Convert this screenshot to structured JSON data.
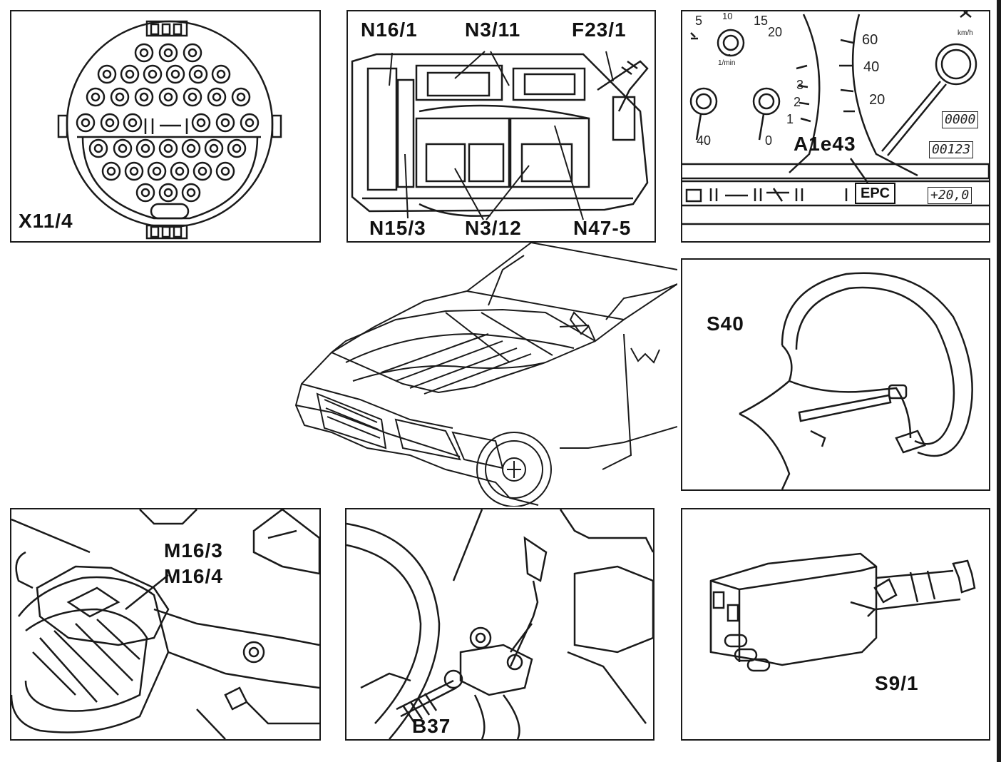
{
  "panels": {
    "x11_4": {
      "label": "X11/4"
    },
    "module_box": {
      "labels": {
        "n16_1": "N16/1",
        "n3_11": "N3/11",
        "f23_1": "F23/1",
        "n15_3": "N15/3",
        "n3_12": "N3/12",
        "n47_5": "N47-5"
      }
    },
    "cluster": {
      "label": "A1e43",
      "epc": "EPC",
      "scale_left": [
        "5",
        "10",
        "15",
        "20"
      ],
      "scale_mid": [
        "3",
        "2",
        "1"
      ],
      "scale_speed": [
        "60",
        "40",
        "20"
      ],
      "unit_rpm": "1/min",
      "unit_speed": "km/h",
      "small_left": [
        "40",
        "0"
      ],
      "lcd_top": "0000",
      "lcd_trip": "00123",
      "lcd_temp": "+20,0"
    },
    "s40": {
      "label": "S40"
    },
    "m16": {
      "labels": {
        "m16_3": "M16/3",
        "m16_4": "M16/4"
      }
    },
    "b37": {
      "label": "B37"
    },
    "s9_1": {
      "label": "S9/1"
    }
  }
}
